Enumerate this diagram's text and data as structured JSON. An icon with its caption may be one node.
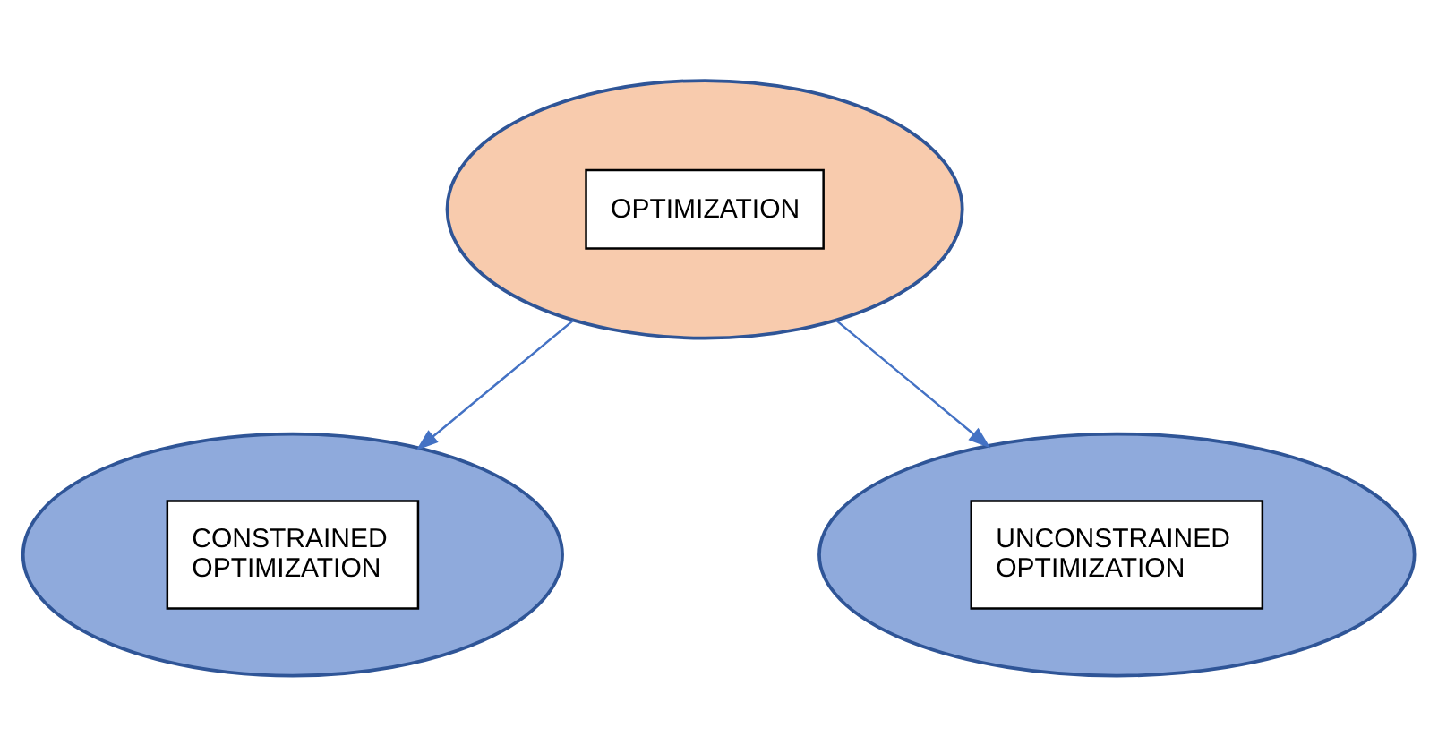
{
  "diagram": {
    "nodes": [
      {
        "text": [
          "OPTIMIZATION"
        ]
      },
      {
        "text": [
          "CONSTRAINED OPTIMIZATION"
        ]
      },
      {
        "text": [
          "UNCONSTRAINED OPTIMIZATION"
        ]
      }
    ],
    "edges": [
      {
        "from": 0,
        "to": 1,
        "arrow": "to"
      },
      {
        "from": 0,
        "to": 2,
        "arrow": "to"
      }
    ]
  }
}
